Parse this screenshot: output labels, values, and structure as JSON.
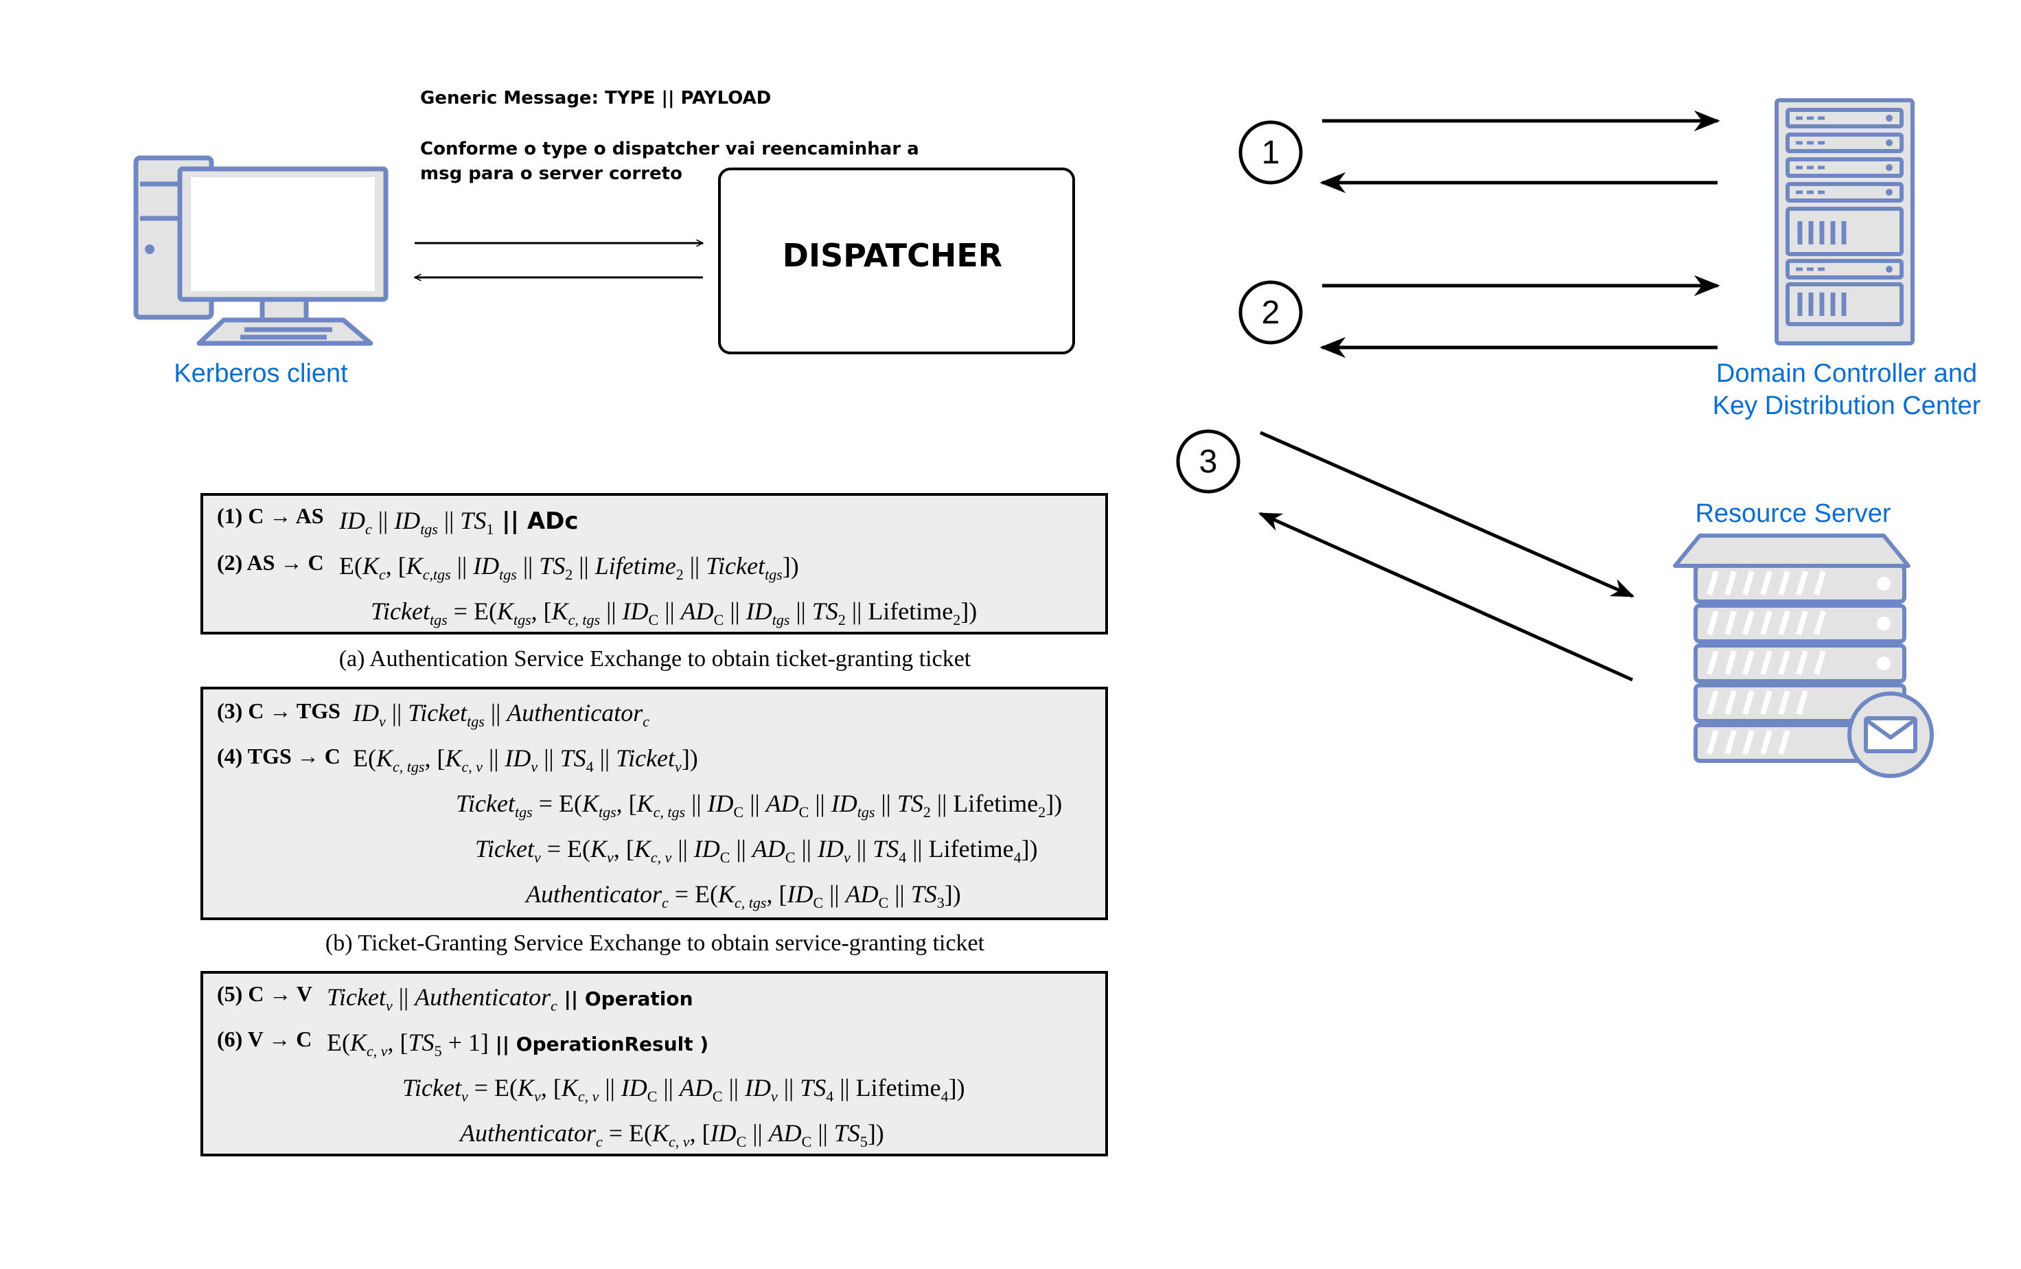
{
  "notes": {
    "generic_message": "Generic Message: TYPE || PAYLOAD",
    "dispatcher_note_line1": "Conforme o type o dispatcher vai reencaminhar a",
    "dispatcher_note_line2": "msg para o server correto"
  },
  "dispatcher": {
    "label": "DISPATCHER"
  },
  "client": {
    "label": "Kerberos client",
    "icon": "desktop-computer-icon"
  },
  "kdc": {
    "label_line1": "Domain Controller and",
    "label_line2": "Key Distribution Center",
    "icon": "server-rack-icon"
  },
  "resource_server": {
    "label": "Resource Server",
    "icon": "mail-server-icon"
  },
  "steps": [
    "1",
    "2",
    "3"
  ],
  "colors": {
    "label_blue": "#0a6ed1",
    "icon_stroke": "#6f88c4",
    "icon_fill": "#e3e3e3",
    "box_fill": "#ededed"
  },
  "exchanges": {
    "a": {
      "caption": "(a) Authentication Service Exchange to obtain ticket-granting ticket",
      "lines": [
        {
          "label": "(1) C → AS",
          "expr": "IDc || IDtgs || TS1 || ADc"
        },
        {
          "label": "(2) AS → C",
          "expr": "E(Kc, [Kc,tgs || IDtgs || TS2 || Lifetime2 || Tickettgs])"
        },
        {
          "label": "",
          "expr": "Tickettgs = E(Ktgs, [Kc,tgs || IDC || ADC || IDtgs || TS2 || Lifetime2])"
        }
      ]
    },
    "b": {
      "caption": "(b) Ticket-Granting Service Exchange to obtain service-granting ticket",
      "lines": [
        {
          "label": "(3) C → TGS",
          "expr": "IDv || Tickettgs || Authenticatorc"
        },
        {
          "label": "(4) TGS → C",
          "expr": "E(Kc,tgs, [Kc,v || IDv || TS4 || Ticketv])"
        },
        {
          "label": "",
          "expr": "Tickettgs = E(Ktgs, [Kc,tgs || IDC || ADC || IDtgs || TS2 || Lifetime2])"
        },
        {
          "label": "",
          "expr": "Ticketv = E(Kv, [Kc,v || IDC || ADC || IDv || TS4 || Lifetime4])"
        },
        {
          "label": "",
          "expr": "Authenticatorc = E(Kc,tgs, [IDC || ADC || TS3])"
        }
      ]
    },
    "c": {
      "lines": [
        {
          "label": "(5) C → V",
          "expr": "Ticketv || Authenticatorc || Operation"
        },
        {
          "label": "(6) V → C",
          "expr": "E(Kc,v, [TS5 + 1] || OperationResult )"
        },
        {
          "label": "",
          "expr": "Ticketv = E(Kv, [Kc,v || IDC || ADC || IDv || TS4 || Lifetime4])"
        },
        {
          "label": "",
          "expr": "Authenticatorc = E(Kc,v, [IDC || ADC || TS5])"
        }
      ]
    }
  }
}
